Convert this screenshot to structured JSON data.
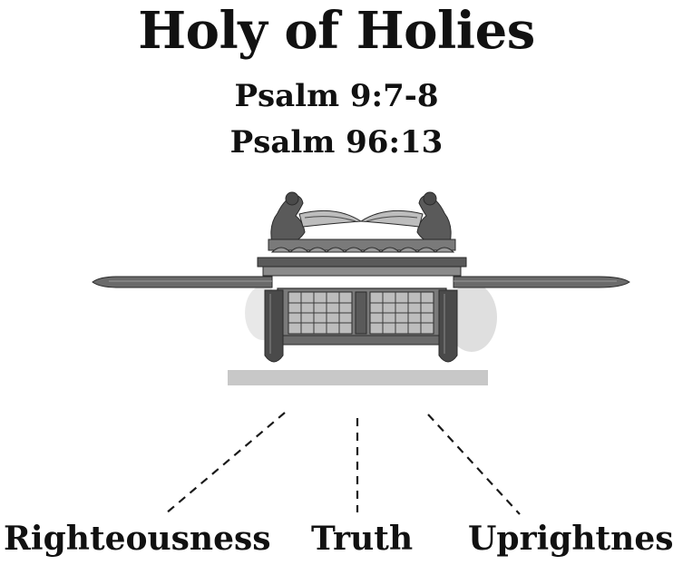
{
  "title": "Holy of Holies",
  "references": [
    "Psalm 9:7-8",
    "Psalm 96:13"
  ],
  "illustration": {
    "subject": "ark-of-the-covenant-icon",
    "colors": {
      "ink": "#2a2a2a",
      "wood": "#5a5a5a",
      "shade": "#9a9a9a",
      "base": "#c8c8c8"
    }
  },
  "attributes": [
    "Righteousness",
    "Truth",
    "Uprightness"
  ],
  "colors": {
    "text": "#111111",
    "connector": "#1a1a1a",
    "background": "#ffffff"
  }
}
